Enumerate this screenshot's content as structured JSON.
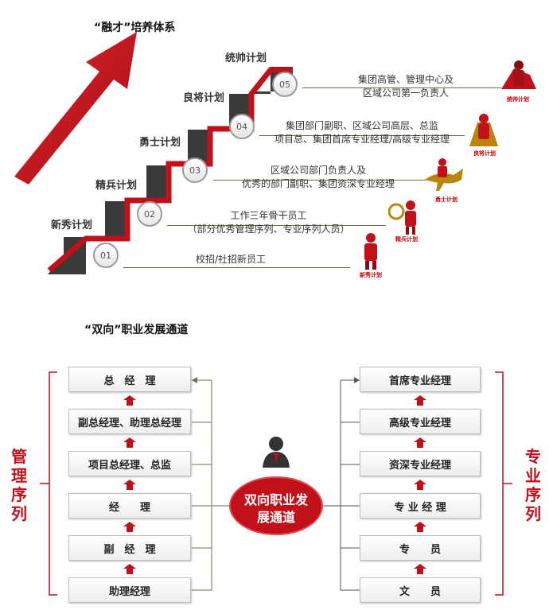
{
  "section1": {
    "title": "“融才”培养体系",
    "arrow_text": "“融才”培养体系",
    "steps": [
      {
        "label": "新秀计划",
        "num": "01",
        "desc_lines": [
          "校招/社招新员工"
        ],
        "caption": "新秀计划"
      },
      {
        "label": "精兵计划",
        "num": "02",
        "desc_lines": [
          "工作三年骨干员工",
          "（部分优秀管理序列、专业序列人员）"
        ],
        "caption": "精兵计划"
      },
      {
        "label": "勇士计划",
        "num": "03",
        "desc_lines": [
          "区域公司部门负责人及",
          "优秀的部门副职、集团资深专业经理"
        ],
        "caption": "勇士计划"
      },
      {
        "label": "良将计划",
        "num": "04",
        "desc_lines": [
          "集团部门副职、区域公司高层、总监",
          "项目总、集团首席专业经理/高级专业经理"
        ],
        "caption": "良将计划"
      },
      {
        "label": "统帅计划",
        "num": "05",
        "desc_lines": [
          "集团高管、管理中心及",
          "区域公司第一负责人"
        ],
        "caption": "统帅计划"
      }
    ]
  },
  "section2": {
    "title": "“双向”职业发展通道",
    "center_text_lines": [
      "双向职业发",
      "展通道"
    ],
    "left_label": "管理序列",
    "right_label": "专业序列",
    "left_boxes": [
      "总　经　理",
      "副总经理、助理总经理",
      "项目总经理、总监",
      "经　　理",
      "副　经　理",
      "助理经理"
    ],
    "right_boxes": [
      "首席专业经理",
      "高级专业经理",
      "资深专业经理",
      "专 业 经 理",
      "专　　员",
      "文　　员"
    ]
  },
  "colors": {
    "accent_red": "#c0111b",
    "stair_dark": "#3a3a3a",
    "leader_line": "#6b7447"
  }
}
